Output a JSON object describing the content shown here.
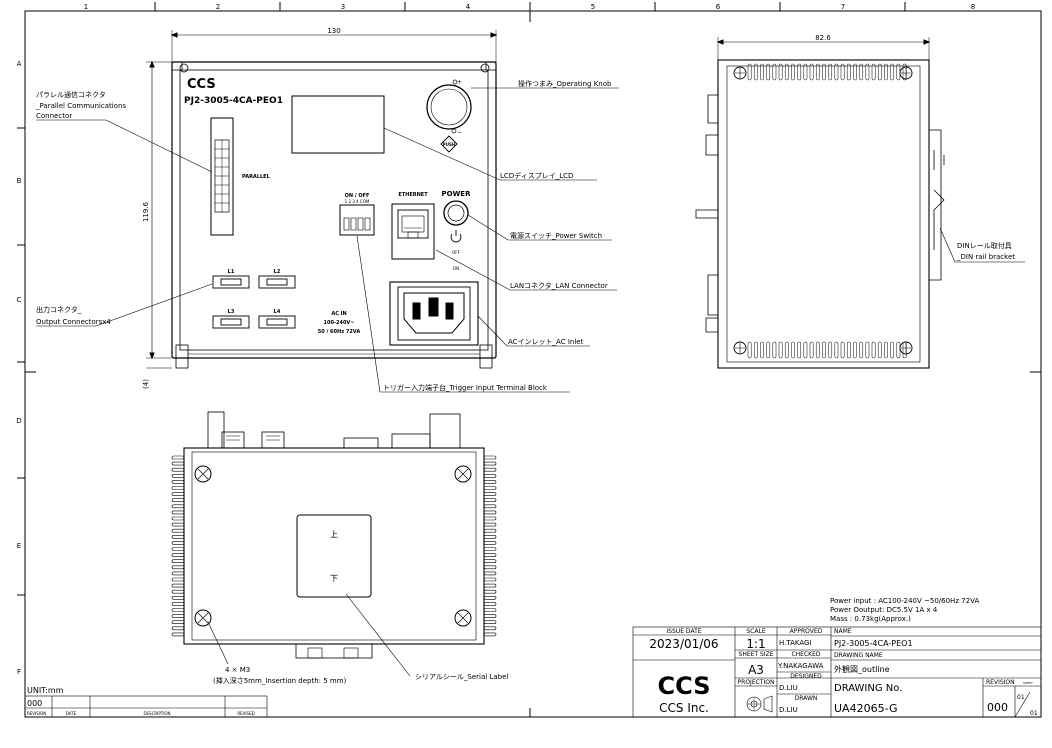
{
  "grid": {
    "columns": [
      "1",
      "2",
      "3",
      "4",
      "5",
      "6",
      "7",
      "8"
    ],
    "rows": [
      "A",
      "B",
      "C",
      "D",
      "E",
      "F"
    ]
  },
  "front_view": {
    "dim_width": "130",
    "dim_height": "119.6",
    "dim_foot": "(4)",
    "brand": "CCS",
    "model": "PJ2-3005-4CA-PEO1",
    "parallel_label": "PARALLEL",
    "onoff_label": "ON / OFF",
    "dip_numbers": "1 2 3 4  COM",
    "ethernet_label": "ETHERNET",
    "power_label": "POWER",
    "off_label": "OFF",
    "on_label": "ON",
    "push_label": "PUSH",
    "outputs": [
      "L1",
      "L2",
      "L3",
      "L4"
    ],
    "ac_line1": "AC IN",
    "ac_line2": "100-240V~",
    "ac_line3": "50 / 60Hz 72VA"
  },
  "callouts": {
    "parallel": [
      "パラレル通信コネクタ",
      "_Parallel Communications",
      "Connector"
    ],
    "knob": "操作つまみ_Operating Knob",
    "lcd": "LCDディスプレイ_LCD",
    "power": "電源スイッチ_Power Switch",
    "lan": "LANコネクタ_LAN Connector",
    "output": [
      "出力コネクタ_",
      "Output Connectorsx4"
    ],
    "ac_inlet": "ACインレット_AC Inlet",
    "trigger": "トリガー入力端子台_Trigger Input Terminal Block",
    "din": [
      "DINレール取付具",
      "_DIN rail bracket"
    ],
    "screw": [
      "4 × M3",
      "(挿入深さ5mm_Insertion depth: 5 mm)"
    ],
    "serial": "シリアルシール_Serial Label"
  },
  "side_view": {
    "dim_depth": "82.6"
  },
  "bottom_view": {
    "label_top": "上",
    "label_bottom": "下"
  },
  "specs": [
    "Power input : AC100-240V  ~50/60Hz  72VA",
    "Power Ooutput: DC5.5V  1A x 4",
    "Mass : 0.73kg(Approx.)"
  ],
  "title_block": {
    "issue_date_label": "ISSUE DATE",
    "issue_date": "2023/01/06",
    "scale_label": "SCALE",
    "scale": "1:1",
    "sheet_size_label": "SHEET  SIZE",
    "sheet_size": "A3",
    "projection_label": "PROJECTION",
    "approved_label": "APPROVED",
    "approved": "H.TAKAGI",
    "checked_label": "CHECKED",
    "checked": "Y.NAKAGAWA",
    "designed_label": "DESIGNED",
    "designed": "D.LIU",
    "drawn_label": "DRAWN",
    "drawn": "D.LIU",
    "name_label": "NAME",
    "name": "PJ2-3005-4CA-PEO1",
    "drawing_name_label": "DRAWING  NAME",
    "drawing_name": "外観図_outline",
    "drawing_no_label": "DRAWING No.",
    "drawing_no": "UA42065-G",
    "revision_label": "REVISION",
    "revision": "000",
    "sheet_label": "SHEET",
    "sheet_num": "01",
    "sheet_total": "01",
    "company": "CCS Inc.",
    "logo": "CCS"
  },
  "revision_table": {
    "unit": "UNIT:mm",
    "rev_value": "000",
    "headers": [
      "REVISION",
      "DATE",
      "DESCRIPTION",
      "REVISED"
    ]
  }
}
